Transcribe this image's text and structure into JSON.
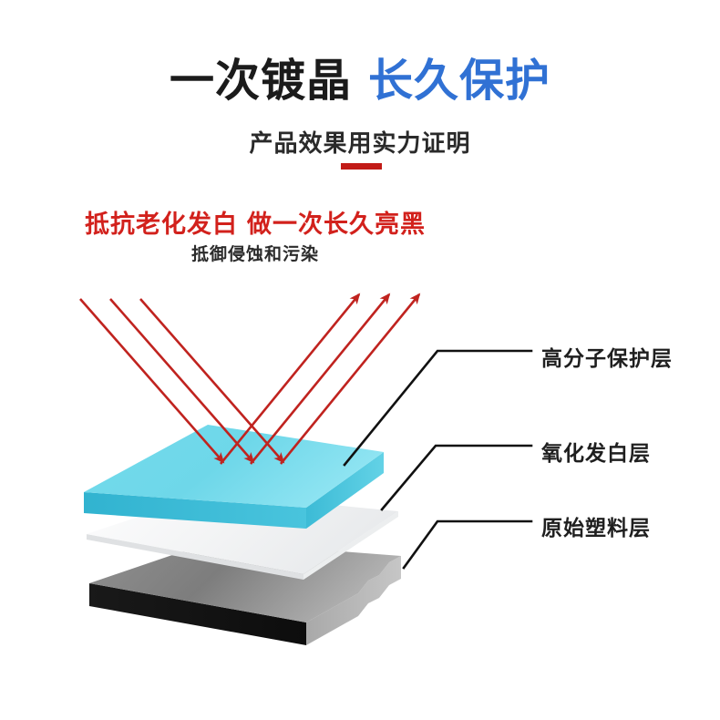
{
  "header": {
    "title_dark": "一次镀晶",
    "title_blue": "长久保护",
    "subtitle": "产品效果用实力证明",
    "rule_color": "#c21b17",
    "blue_color": "#3071d4",
    "dark_color": "#1b1b1b"
  },
  "claim": {
    "line1_a": "抵抗老化发白",
    "line1_b": "做一次长久亮黑",
    "line2": "抵御侵蚀和污染",
    "color": "#d2211c"
  },
  "diagram": {
    "layers": [
      {
        "id": "protective",
        "label": "高分子保护层",
        "color": "#6fd8ea",
        "side_color": "#36b6d2",
        "description": "top cyan polymer coating slab"
      },
      {
        "id": "oxidized",
        "label": "氧化发白层",
        "color": "#f4f5f6",
        "side_color": "#e3e5e7",
        "description": "middle white oxidation layer"
      },
      {
        "id": "plastic",
        "label": "原始塑料层",
        "color": "#808080",
        "side_color": "#141414",
        "description": "bottom grey/black original plastic slab"
      }
    ],
    "rays": {
      "color": "#c0231f",
      "incoming_count": 3,
      "outgoing_count": 3,
      "incoming_label": "incoming-ray",
      "outgoing_label": "reflected-ray"
    },
    "leader_line_color": "#111111"
  }
}
